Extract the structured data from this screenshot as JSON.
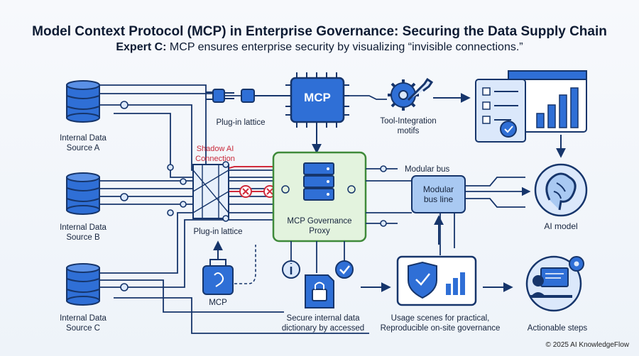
{
  "header": {
    "title": "Model Context Protocol (MCP) in Enterprise Governance: Securing the Data Supply Chain",
    "subtitle_prefix": "Expert C:",
    "subtitle_text": " MCP ensures enterprise security by visualizing “invisible connections.”"
  },
  "sources": {
    "a": [
      "Internal Data",
      "Source A"
    ],
    "b": [
      "Internal Data",
      "Source B"
    ],
    "c": [
      "Internal Data",
      "Source C"
    ]
  },
  "labels": {
    "plugin_top": "Plug-in lattice",
    "plugin_bottom": "Plug-in lattice",
    "shadow": [
      "Shadow AI",
      "Connection"
    ],
    "mcp_chip": "MCP",
    "mcp_small": "MCP",
    "tool": [
      "Tool-Integration",
      "motifs"
    ],
    "proxy": [
      "MCP Governance",
      "Proxy"
    ],
    "modular_bus": "Modular bus",
    "bus_line": [
      "Modular",
      "bus line"
    ],
    "ai_model": "AI model",
    "dictionary": [
      "Secure internal data",
      "dictionary by accessed"
    ],
    "usage": [
      "Usage scenes for practical,",
      "Reproducible on-site governance"
    ],
    "actionable": "Actionable steps"
  },
  "footer": {
    "copyright": "© 2025 AI KnowledgeFlow"
  },
  "colors": {
    "navy": "#16356b",
    "blue": "#2f6fd6",
    "light_blue": "#dbe8fb",
    "green_fill": "#e3f3de",
    "green_border": "#3f8a3a",
    "red": "#d12b3c"
  }
}
